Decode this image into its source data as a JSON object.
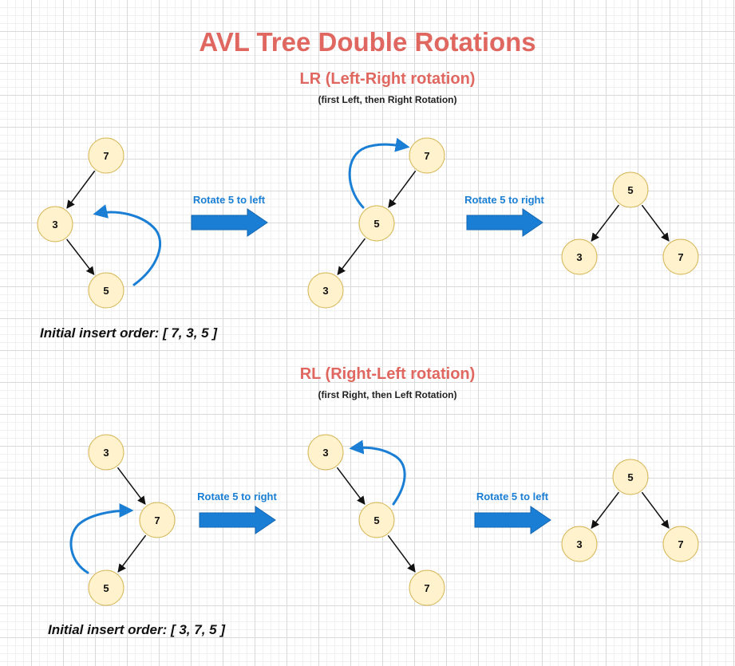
{
  "title": "AVL Tree Double Rotations",
  "sections": [
    {
      "heading": "LR (Left-Right rotation)",
      "subheading": "(first Left, then Right Rotation)",
      "insert_order": "Initial insert order: [ 7, 3, 5 ]",
      "steps": [
        {
          "label": "Rotate 5 to left"
        },
        {
          "label": "Rotate 5 to right"
        }
      ],
      "trees": [
        {
          "nodes": [
            "7",
            "3",
            "5"
          ],
          "edges": [
            [
              "7",
              "3"
            ],
            [
              "3",
              "5"
            ]
          ]
        },
        {
          "nodes": [
            "7",
            "5",
            "3"
          ],
          "edges": [
            [
              "7",
              "5"
            ],
            [
              "5",
              "3"
            ]
          ]
        },
        {
          "nodes": [
            "5",
            "3",
            "7"
          ],
          "edges": [
            [
              "5",
              "3"
            ],
            [
              "5",
              "7"
            ]
          ]
        }
      ]
    },
    {
      "heading": "RL (Right-Left rotation)",
      "subheading": "(first Right, then Left Rotation)",
      "insert_order": "Initial insert order: [ 3, 7, 5 ]",
      "steps": [
        {
          "label": "Rotate 5 to right"
        },
        {
          "label": "Rotate 5 to left"
        }
      ],
      "trees": [
        {
          "nodes": [
            "3",
            "7",
            "5"
          ],
          "edges": [
            [
              "3",
              "7"
            ],
            [
              "7",
              "5"
            ]
          ]
        },
        {
          "nodes": [
            "3",
            "5",
            "7"
          ],
          "edges": [
            [
              "3",
              "5"
            ],
            [
              "5",
              "7"
            ]
          ]
        },
        {
          "nodes": [
            "5",
            "3",
            "7"
          ],
          "edges": [
            [
              "5",
              "3"
            ],
            [
              "5",
              "7"
            ]
          ]
        }
      ]
    }
  ],
  "colors": {
    "title": "#e0675f",
    "arrow": "#1a7fd4",
    "node_fill": "#fff2cc",
    "node_stroke": "#d6b656",
    "edge": "#111111"
  }
}
